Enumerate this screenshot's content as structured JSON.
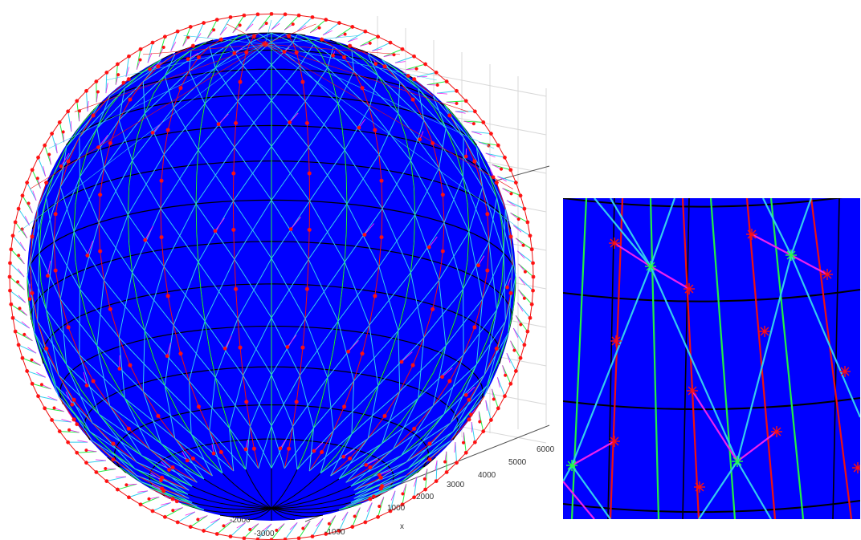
{
  "axis": {
    "x_label": "x",
    "ticks_right": [
      "6000",
      "5000",
      "4000",
      "3000",
      "2000",
      "1000"
    ],
    "ticks_bottom": [
      "-2000",
      "-3000",
      "-1000"
    ]
  },
  "colors": {
    "sphere_fill": "#0000ff",
    "surface_grid": "#000000",
    "mesh_green": "#22ee44",
    "mesh_cyan": "#33ccee",
    "mesh_red": "#ee1111",
    "mesh_magenta": "#ee22ee",
    "marker_red": "#ff1111",
    "marker_green": "#22ff44",
    "background_grid": "#d8d8d8"
  },
  "panels": {
    "main": "3d-sphere-mesh-view",
    "inset": "zoomed-mesh-detail"
  }
}
